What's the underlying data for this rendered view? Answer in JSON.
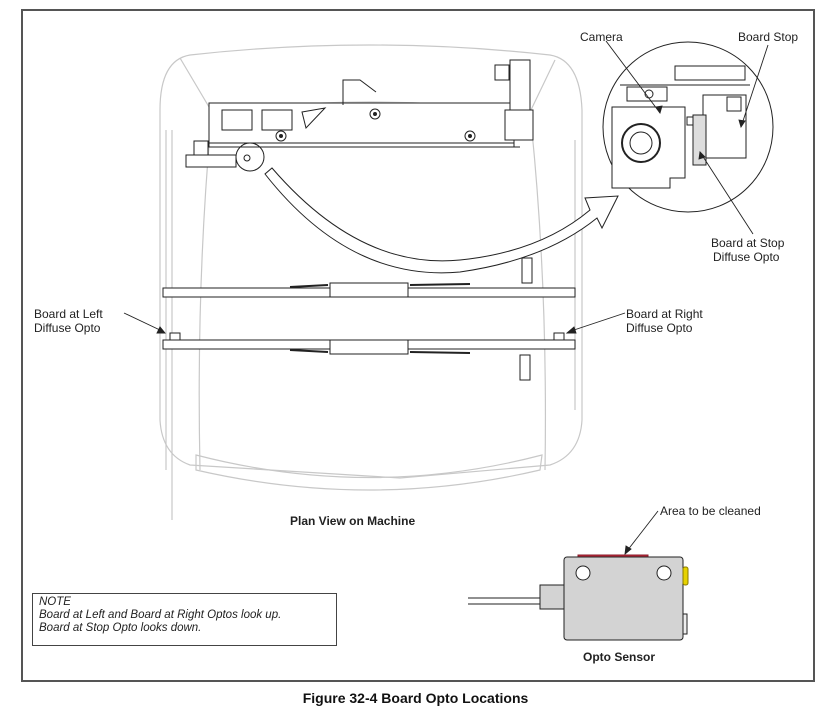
{
  "figure": {
    "caption": "Figure 32-4  Board Opto Locations",
    "colors": {
      "clean_area": "#c0283a",
      "sensor_body": "#d3d3d3",
      "indicator": "#e6d200",
      "machine_outline": "#c8c8c8",
      "line": "#222222"
    }
  },
  "labels": {
    "camera": "Camera",
    "board_stop": "Board Stop",
    "board_at_stop_line1": "Board at Stop",
    "board_at_stop_line2": "Diffuse Opto",
    "board_left_line1": "Board at Left",
    "board_left_line2": "Diffuse Opto",
    "board_right_line1": "Board at Right",
    "board_right_line2": "Diffuse  Opto",
    "plan_view": "Plan View on Machine",
    "area_clean": "Area to be cleaned",
    "opto_sensor": "Opto Sensor"
  },
  "note": {
    "title": "NOTE",
    "line1": "Board at Left and Board at Right Optos look up.",
    "line2": "Board at Stop Opto looks down."
  }
}
